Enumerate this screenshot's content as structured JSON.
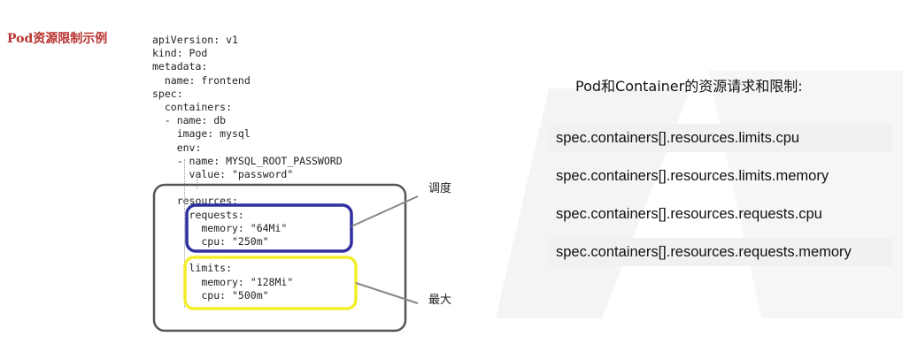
{
  "title": "Pod资源限制示例",
  "yaml": {
    "lines": [
      "apiVersion: v1",
      "kind: Pod",
      "metadata:",
      "  name: frontend",
      "spec:",
      "  containers:",
      "  - name: db",
      "    image: mysql",
      "    env:",
      "    - name: MYSQL_ROOT_PASSWORD",
      "      value: \"password\"",
      "",
      "    resources:",
      "      requests:",
      "        memory: \"64Mi\"",
      "        cpu: \"250m\"",
      "",
      "      limits:",
      "        memory: \"128Mi\"",
      "        cpu: \"500m\""
    ]
  },
  "annotations": {
    "requests_label": "调度",
    "limits_label": "最大"
  },
  "right_panel": {
    "heading": "Pod和Container的资源请求和限制:",
    "items": [
      "spec.containers[].resources.limits.cpu",
      "spec.containers[].resources.limits.memory",
      "spec.containers[].resources.requests.cpu",
      "spec.containers[].resources.requests.memory"
    ]
  },
  "colors": {
    "title": "#b8332f",
    "outer_box": "#555555",
    "requests_box": "#2e2fa0",
    "limits_box": "#f2ee2a"
  }
}
